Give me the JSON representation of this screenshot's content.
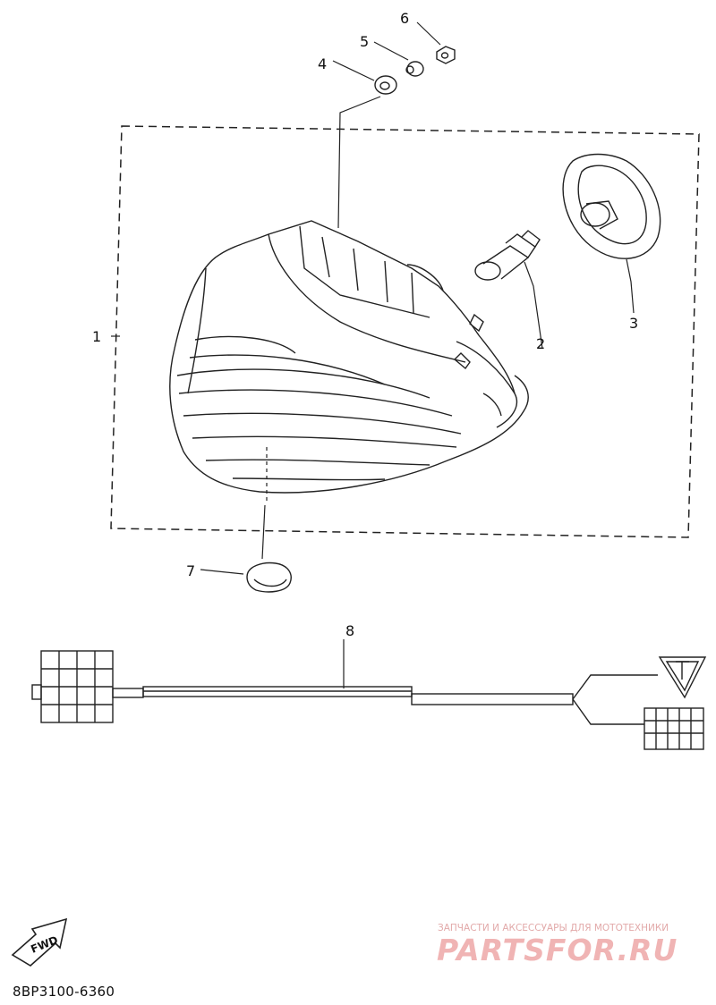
{
  "callouts": [
    "1",
    "2",
    "3",
    "4",
    "5",
    "6",
    "7",
    "8"
  ],
  "parts": {
    "headlight_assy": "1",
    "bulb": "2",
    "bulb_cover": "3",
    "grommet": "4",
    "collar": "5",
    "nut": "6",
    "cap": "7",
    "lead_wire": "8"
  },
  "fwd_label": "FWD",
  "part_code": "8BP3100-6360",
  "watermark": {
    "tagline": "ЗАПЧАСТИ И АКСЕССУАРЫ ДЛЯ МОТОТЕХНИКИ",
    "brand": "PARTSFOR.RU",
    "color": "#f0b4b4"
  }
}
